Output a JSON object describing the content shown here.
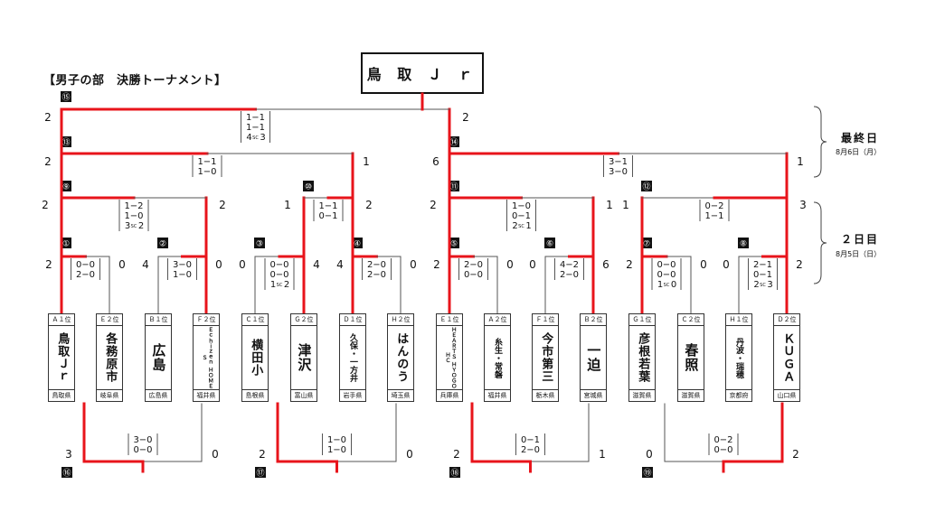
{
  "title": "【男子の部　決勝トーナメント】",
  "champion": "鳥 取 Ｊ ｒ",
  "days": {
    "final_label": "最終日",
    "final_date": "8月6日（月）",
    "day2_label": "２日目",
    "day2_date": "8月5日（日）"
  },
  "teams": [
    {
      "seed": "Ａ１位",
      "name": "鳥取Ｊｒ",
      "pref": "鳥取県"
    },
    {
      "seed": "Ｅ２位",
      "name": "各務原市",
      "pref": "岐阜県"
    },
    {
      "seed": "Ｂ１位",
      "name": "広島",
      "pref": "広島県"
    },
    {
      "seed": "Ｆ２位",
      "name": "Ｅｃｈｉｚｅｎ ＨＯＭＥＳ",
      "pref": "福井県"
    },
    {
      "seed": "Ｃ１位",
      "name": "横田小",
      "pref": "島根県"
    },
    {
      "seed": "Ｇ２位",
      "name": "津沢",
      "pref": "富山県"
    },
    {
      "seed": "Ｄ１位",
      "name": "久保・一方井",
      "pref": "岩手県"
    },
    {
      "seed": "Ｈ２位",
      "name": "はんのう",
      "pref": "埼玉県"
    },
    {
      "seed": "Ｅ１位",
      "name": "ＨＥＡＲＴＳ ＨＹＯＧＯ ＨＣ",
      "pref": "兵庫県"
    },
    {
      "seed": "Ａ２位",
      "name": "糸生・常磐",
      "pref": "福井県"
    },
    {
      "seed": "Ｆ１位",
      "name": "今市第三",
      "pref": "栃木県"
    },
    {
      "seed": "Ｂ２位",
      "name": "一迫",
      "pref": "宮城県"
    },
    {
      "seed": "Ｇ１位",
      "name": "彦根若葉",
      "pref": "滋賀県"
    },
    {
      "seed": "Ｃ２位",
      "name": "春照",
      "pref": "滋賀県"
    },
    {
      "seed": "Ｈ１位",
      "name": "丹波・瑞穂",
      "pref": "京都府"
    },
    {
      "seed": "Ｄ２位",
      "name": "ＫＵＧＡ",
      "pref": "山口県"
    }
  ],
  "round1": [
    {
      "num": "①",
      "left": "2",
      "right": "0",
      "sets": [
        "0−0",
        "2−0"
      ]
    },
    {
      "num": "②",
      "left": "4",
      "right": "0",
      "sets": [
        "3−0",
        "1−0"
      ]
    },
    {
      "num": "③",
      "left": "0",
      "right": "4",
      "sets": [
        "0−0",
        "0−0",
        "1 SC 2"
      ]
    },
    {
      "num": "④",
      "left": "4",
      "right": "0",
      "sets": [
        "2−0",
        "2−0"
      ]
    },
    {
      "num": "⑤",
      "left": "2",
      "right": "0",
      "sets": [
        "2−0",
        "0−0"
      ]
    },
    {
      "num": "⑥",
      "left": "0",
      "right": "6",
      "sets": [
        "4−2",
        "2−0"
      ]
    },
    {
      "num": "⑦",
      "left": "2",
      "right": "0",
      "sets": [
        "0−0",
        "0−0",
        "1 SC 0"
      ]
    },
    {
      "num": "⑧",
      "left": "0",
      "right": "2",
      "sets": [
        "2−1",
        "0−1",
        "2 SC 3"
      ]
    }
  ],
  "round2": [
    {
      "num": "⑨",
      "left": "2",
      "right": "2",
      "sets": [
        "1−2",
        "1−0",
        "3 SC 2"
      ]
    },
    {
      "num": "⑩",
      "left": "1",
      "right": "2",
      "sets": [
        "1−1",
        "0−1"
      ]
    },
    {
      "num": "⑪",
      "left": "2",
      "right": "1",
      "sets": [
        "1−0",
        "0−1",
        "2 SC 1"
      ]
    },
    {
      "num": "⑫",
      "left": "1",
      "right": "3",
      "sets": [
        "0−2",
        "1−1"
      ]
    }
  ],
  "semis": [
    {
      "num": "⑬",
      "left": "2",
      "right": "1",
      "sets": [
        "1−1",
        "1−0"
      ]
    },
    {
      "num": "⑭",
      "left": "6",
      "right": "1",
      "sets": [
        "3−1",
        "3−0"
      ]
    }
  ],
  "final": {
    "num": "⑮",
    "left": "2",
    "right": "2",
    "sets": [
      "1−1",
      "1−1",
      "4 SC 3"
    ]
  },
  "consolation": [
    {
      "num": "⑯",
      "left": "3",
      "right": "0",
      "sets": [
        "3−0",
        "0−0"
      ]
    },
    {
      "num": "⑰",
      "left": "2",
      "right": "0",
      "sets": [
        "1−0",
        "1−0"
      ]
    },
    {
      "num": "⑱",
      "left": "2",
      "right": "1",
      "sets": [
        "0−1",
        "2−0"
      ]
    },
    {
      "num": "⑲",
      "left": "0",
      "right": "2",
      "sets": [
        "0−2",
        "0−0"
      ]
    }
  ]
}
